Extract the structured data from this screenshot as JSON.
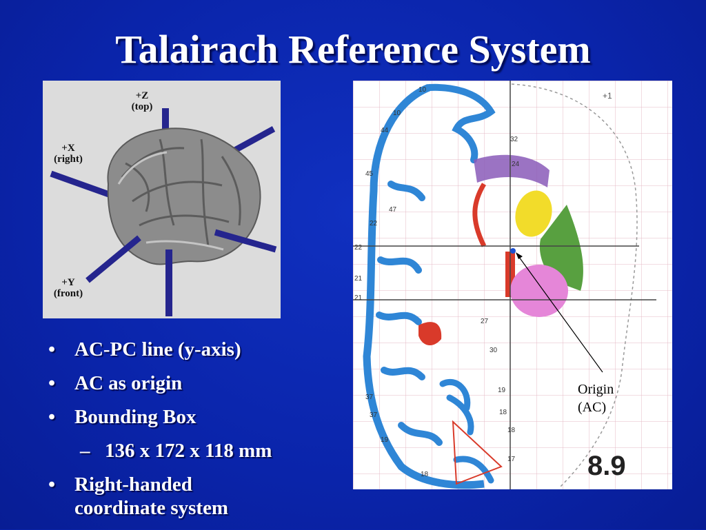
{
  "slide": {
    "title": "Talairach Reference System",
    "background_color": "#0a24aa",
    "bullets": [
      {
        "text": "AC-PC line (y-axis)",
        "level": 1
      },
      {
        "text": "AC as origin",
        "level": 1
      },
      {
        "text": "Bounding Box",
        "level": 1
      },
      {
        "text": "136 x 172 x 118 mm",
        "level": 2
      },
      {
        "text": "Right-handed coordinate system",
        "level": 1
      }
    ],
    "bullet_markers": {
      "level1": "•",
      "level2": "–"
    }
  },
  "brain_figure": {
    "axis_labels": {
      "z": {
        "name": "+Z",
        "desc": "(top)"
      },
      "x": {
        "name": "+X",
        "desc": "(right)"
      },
      "y": {
        "name": "+Y",
        "desc": "(front)"
      }
    },
    "axis_color": "#2a2a9a"
  },
  "atlas_figure": {
    "origin_label": {
      "line1": "Origin",
      "line2": "(AC)"
    },
    "page_number": "8.9",
    "corner_label": "+1",
    "region_numbers": [
      "10",
      "10",
      "44",
      "45",
      "47",
      "22",
      "22",
      "21",
      "21",
      "37",
      "37",
      "19",
      "18",
      "32",
      "24",
      "27",
      "30",
      "19",
      "18",
      "18",
      "17"
    ],
    "colors": {
      "cortex": "#2f86d6",
      "purple": "#8a5bb8",
      "red": "#d93a2a",
      "yellow": "#f2dc2a",
      "green": "#58a040",
      "pink": "#e586d8",
      "grid": "#e4b9c4"
    }
  }
}
